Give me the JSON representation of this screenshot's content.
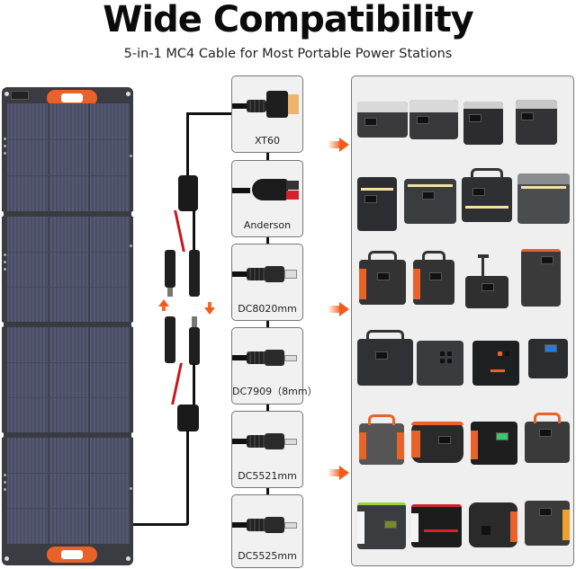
{
  "header": {
    "title": "Wide Compatibility",
    "subtitle": "5-in-1 MC4 Cable for Most Portable Power Stations"
  },
  "connectors": [
    {
      "label": "XT60",
      "type": "xt60"
    },
    {
      "label": "Anderson",
      "type": "anderson"
    },
    {
      "label": "DC8020mm",
      "type": "dc"
    },
    {
      "label": "DC7909（8mm）",
      "type": "dc"
    },
    {
      "label": "DC5521mm",
      "type": "dc"
    },
    {
      "label": "DC5525mm",
      "type": "dc"
    }
  ],
  "colors": {
    "accent_orange": "#f25a1e",
    "panel_dark": "#3b3c42",
    "panel_cell": "#4f5268",
    "cable_red": "#c8161d",
    "cable_black": "#111111",
    "box_bg": "#f1f1f1",
    "grid_bg": "#efefef"
  },
  "compatible_stations": {
    "rows": [
      {
        "style": "silver-top",
        "count": 4
      },
      {
        "style": "dark-led-strip",
        "count": 4
      },
      {
        "style": "orange-handle",
        "count": 4
      },
      {
        "style": "black-grey",
        "count": 4
      },
      {
        "style": "orange-black",
        "count": 4
      },
      {
        "style": "mixed-budget",
        "count": 4
      }
    ]
  },
  "icons": [
    "solar-panel-icon",
    "mc4-connector-icon",
    "arrow-right-icon",
    "arrow-up-icon",
    "arrow-down-icon",
    "power-station-icon"
  ]
}
